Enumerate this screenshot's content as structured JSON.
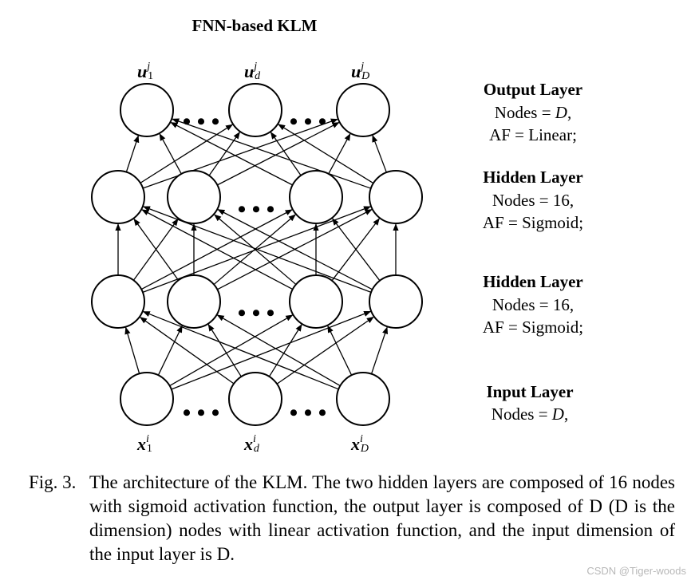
{
  "title": "FNN-based KLM",
  "output_labels": [
    {
      "base": "u",
      "sup": "j",
      "sub": "1"
    },
    {
      "base": "u",
      "sup": "j",
      "sub": "d"
    },
    {
      "base": "u",
      "sup": "j",
      "sub": "D"
    }
  ],
  "input_labels": [
    {
      "base": "x",
      "sup": "i",
      "sub": "1"
    },
    {
      "base": "x",
      "sup": "i",
      "sub": "d"
    },
    {
      "base": "x",
      "sup": "i",
      "sub": "D"
    }
  ],
  "ellipsis": "• • •",
  "layers": {
    "output": {
      "name": "Output Layer",
      "nodes_prefix": "Nodes = ",
      "nodes_value": "D",
      "nodes_suffix": ",",
      "af": "AF = Linear;"
    },
    "hidden2": {
      "name": "Hidden Layer",
      "nodes_text": "Nodes = 16,",
      "af": "AF = Sigmoid;"
    },
    "hidden1": {
      "name": "Hidden Layer",
      "nodes_text": "Nodes = 16,",
      "af": "AF = Sigmoid;"
    },
    "input": {
      "name": "Input Layer",
      "nodes_prefix": "Nodes = ",
      "nodes_value": "D",
      "nodes_suffix": ","
    }
  },
  "caption": {
    "number": "Fig. 3.",
    "text": "The architecture of the KLM. The two hidden layers are composed of 16 nodes with sigmoid activation function, the output layer is composed of D (D is the dimension) nodes with linear activation function, and the input dimension of the input layer is D."
  },
  "watermark": "CSDN @Tiger-woods"
}
